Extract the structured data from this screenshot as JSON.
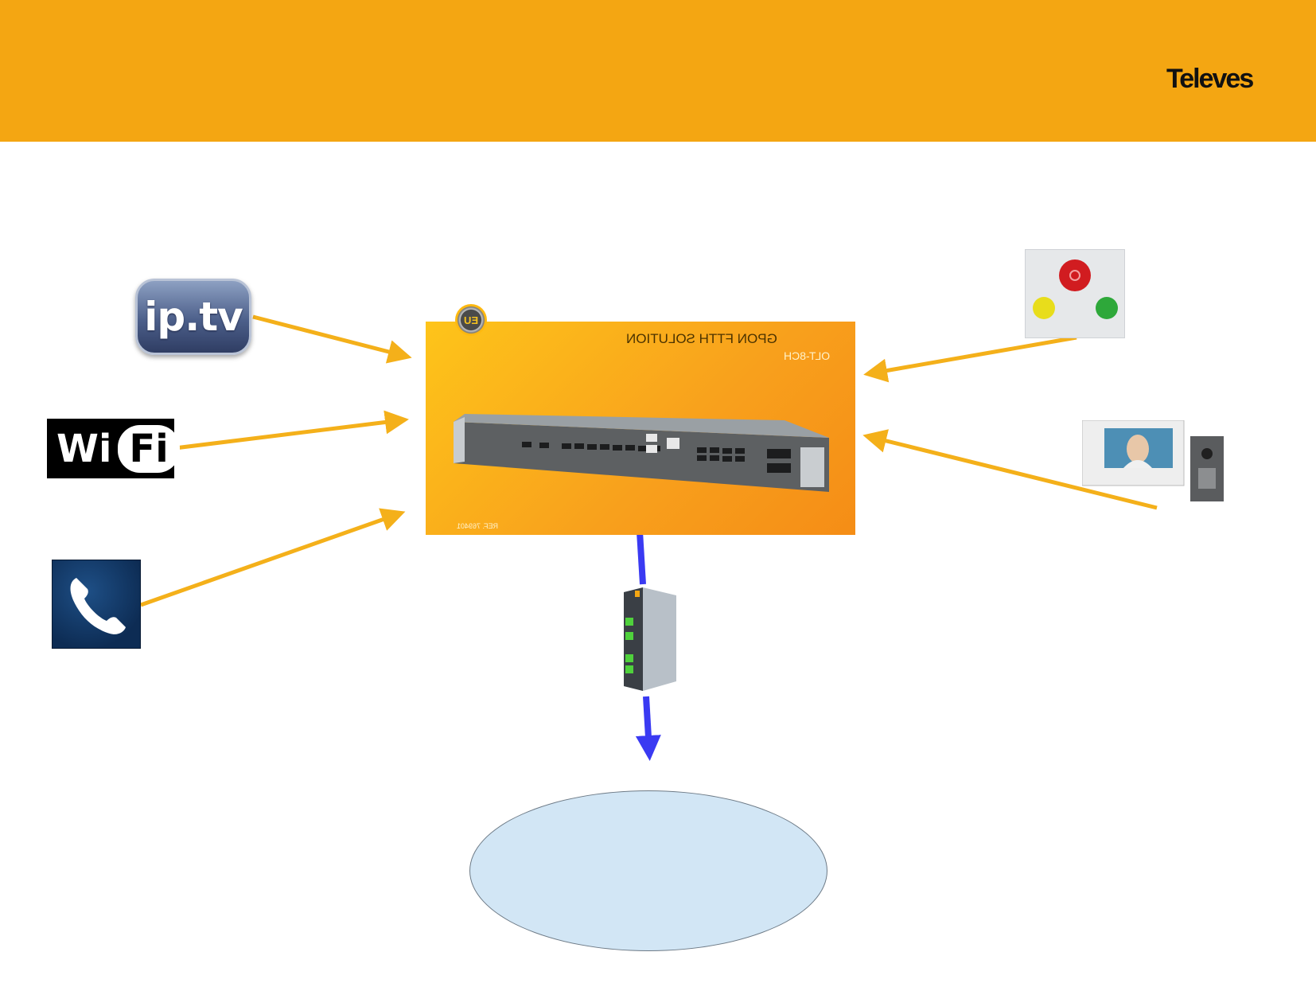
{
  "header": {
    "logo_text": "Televes",
    "color": "#f4a612"
  },
  "inputs": [
    {
      "name": "IPTV",
      "label": "ip.tv",
      "icon": "iptv-logo-icon"
    },
    {
      "name": "WiFi",
      "label_left": "Wi",
      "label_right": "Fi",
      "icon": "wifi-logo-icon"
    },
    {
      "name": "Telephone",
      "icon": "phone-icon"
    },
    {
      "name": "Alarm buttons",
      "icon": "alarm-buttons-icon"
    },
    {
      "name": "Video intercom",
      "icon": "video-intercom-icon"
    }
  ],
  "olt": {
    "title": "GPON FTTH SOLUTION",
    "model": "OLT-8CH",
    "ref": "REF. 769401",
    "badge": "EU"
  },
  "colors": {
    "input_arrow": "#f4b01a",
    "fiber_arrow": "#3a3af2",
    "cloud_fill": "#d2e6f5"
  }
}
